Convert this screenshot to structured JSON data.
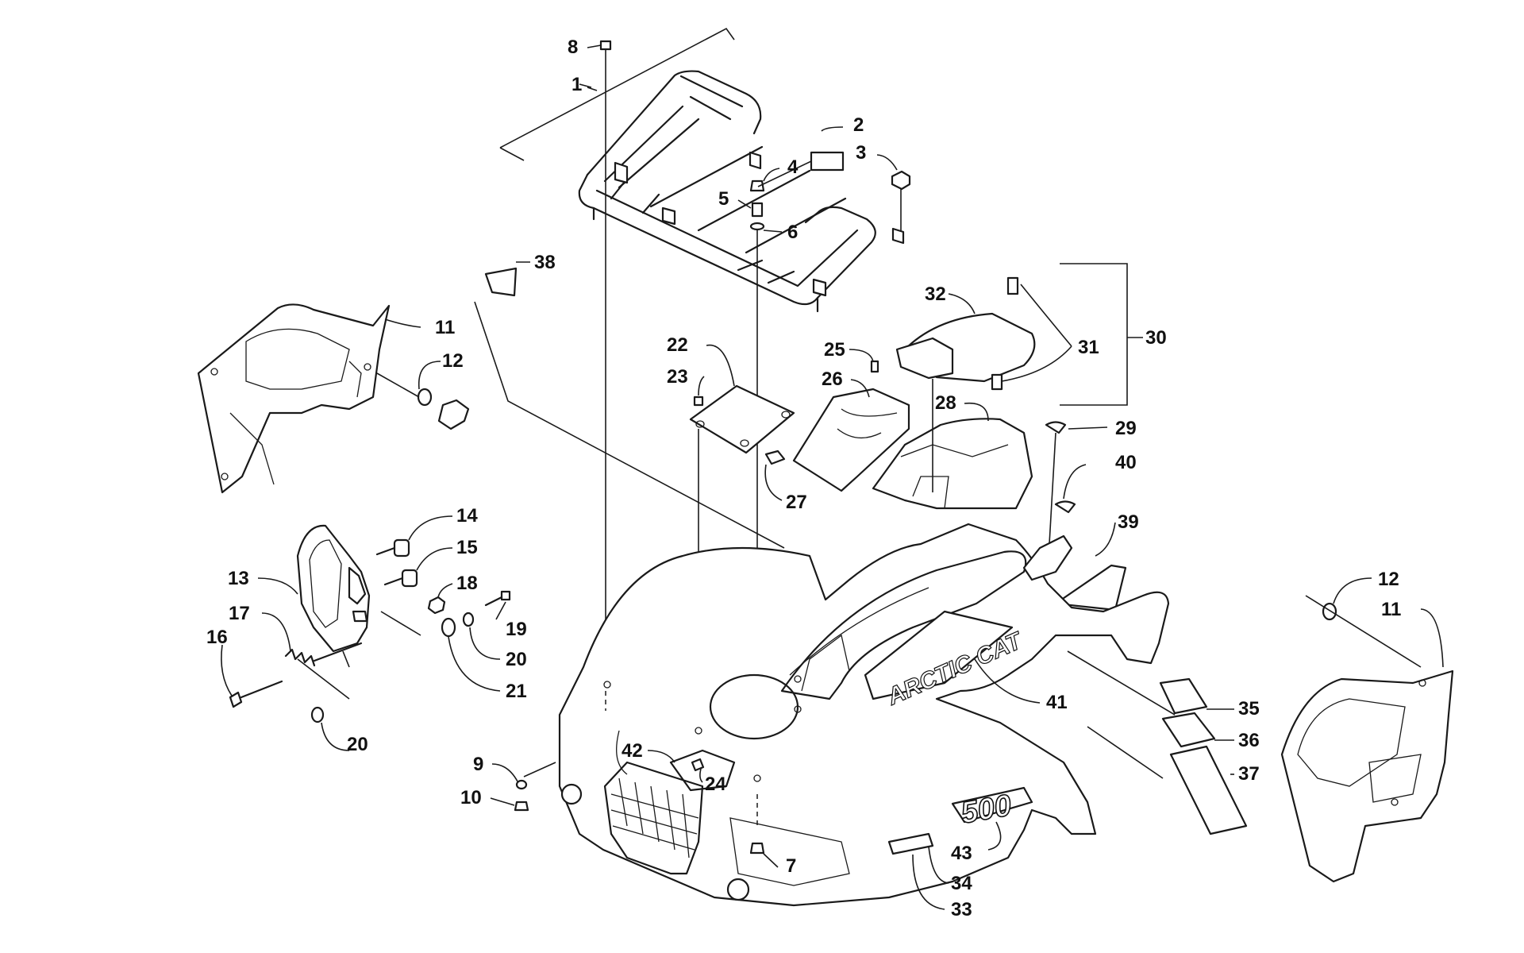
{
  "diagram": {
    "callouts": [
      {
        "id": "c1",
        "label": "1"
      },
      {
        "id": "c2",
        "label": "2"
      },
      {
        "id": "c3",
        "label": "3"
      },
      {
        "id": "c4",
        "label": "4"
      },
      {
        "id": "c5",
        "label": "5"
      },
      {
        "id": "c6",
        "label": "6"
      },
      {
        "id": "c7",
        "label": "7"
      },
      {
        "id": "c8",
        "label": "8"
      },
      {
        "id": "c9",
        "label": "9"
      },
      {
        "id": "c10",
        "label": "10"
      },
      {
        "id": "c11a",
        "label": "11"
      },
      {
        "id": "c11b",
        "label": "11"
      },
      {
        "id": "c12a",
        "label": "12"
      },
      {
        "id": "c12b",
        "label": "12"
      },
      {
        "id": "c13",
        "label": "13"
      },
      {
        "id": "c14",
        "label": "14"
      },
      {
        "id": "c15",
        "label": "15"
      },
      {
        "id": "c16",
        "label": "16"
      },
      {
        "id": "c17",
        "label": "17"
      },
      {
        "id": "c18",
        "label": "18"
      },
      {
        "id": "c19",
        "label": "19"
      },
      {
        "id": "c20a",
        "label": "20"
      },
      {
        "id": "c20b",
        "label": "20"
      },
      {
        "id": "c21",
        "label": "21"
      },
      {
        "id": "c22",
        "label": "22"
      },
      {
        "id": "c23",
        "label": "23"
      },
      {
        "id": "c24",
        "label": "24"
      },
      {
        "id": "c25",
        "label": "25"
      },
      {
        "id": "c26",
        "label": "26"
      },
      {
        "id": "c27",
        "label": "27"
      },
      {
        "id": "c28",
        "label": "28"
      },
      {
        "id": "c29",
        "label": "29"
      },
      {
        "id": "c30",
        "label": "30"
      },
      {
        "id": "c31",
        "label": "31"
      },
      {
        "id": "c32",
        "label": "32"
      },
      {
        "id": "c33",
        "label": "33"
      },
      {
        "id": "c34",
        "label": "34"
      },
      {
        "id": "c35",
        "label": "35"
      },
      {
        "id": "c36",
        "label": "36"
      },
      {
        "id": "c37",
        "label": "37"
      },
      {
        "id": "c38",
        "label": "38"
      },
      {
        "id": "c39",
        "label": "39"
      },
      {
        "id": "c40",
        "label": "40"
      },
      {
        "id": "c41",
        "label": "41"
      },
      {
        "id": "c42",
        "label": "42"
      },
      {
        "id": "c43",
        "label": "43"
      }
    ],
    "decals": {
      "brand_text": "ARCTIC CAT",
      "model_text": "500"
    }
  }
}
